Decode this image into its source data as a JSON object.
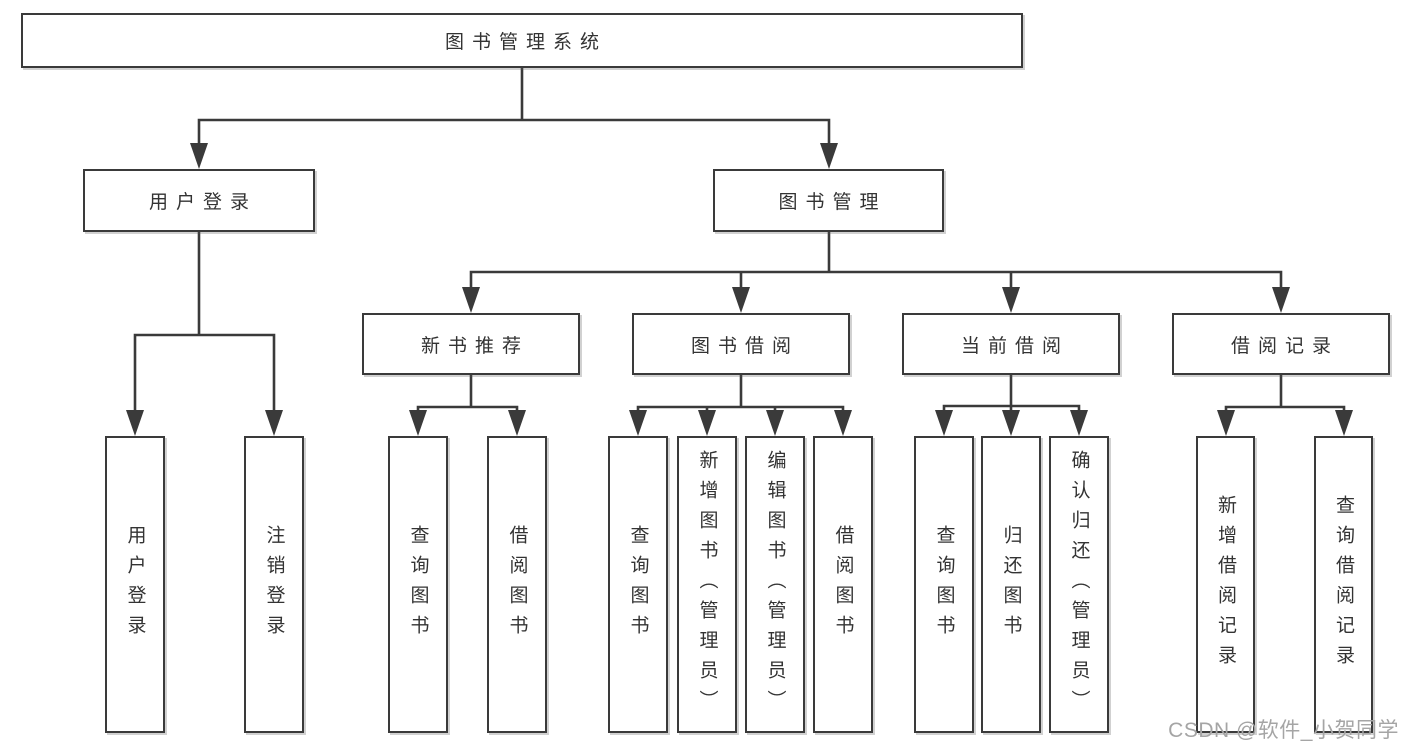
{
  "tree": {
    "root": {
      "label": "图书管理系统",
      "children": [
        {
          "label": "用户登录",
          "children": [
            {
              "label": "用户登录"
            },
            {
              "label": "注销登录"
            }
          ]
        },
        {
          "label": "图书管理",
          "children": [
            {
              "label": "新书推荐",
              "children": [
                {
                  "label": "查询图书"
                },
                {
                  "label": "借阅图书"
                }
              ]
            },
            {
              "label": "图书借阅",
              "children": [
                {
                  "label": "查询图书"
                },
                {
                  "label": "新增图书（管理员）"
                },
                {
                  "label": "编辑图书（管理员）"
                },
                {
                  "label": "借阅图书"
                }
              ]
            },
            {
              "label": "当前借阅",
              "children": [
                {
                  "label": "查询图书"
                },
                {
                  "label": "归还图书"
                },
                {
                  "label": "确认归还（管理员）"
                }
              ]
            },
            {
              "label": "借阅记录",
              "children": [
                {
                  "label": "新增借阅记录"
                },
                {
                  "label": "查询借阅记录"
                }
              ]
            }
          ]
        }
      ]
    }
  },
  "watermark": {
    "text": "CSDN @软件_小贺同学"
  },
  "colors": {
    "line": "#3a3a3a",
    "text": "#333333",
    "watermark": "#a5a5a5",
    "background": "#ffffff"
  }
}
